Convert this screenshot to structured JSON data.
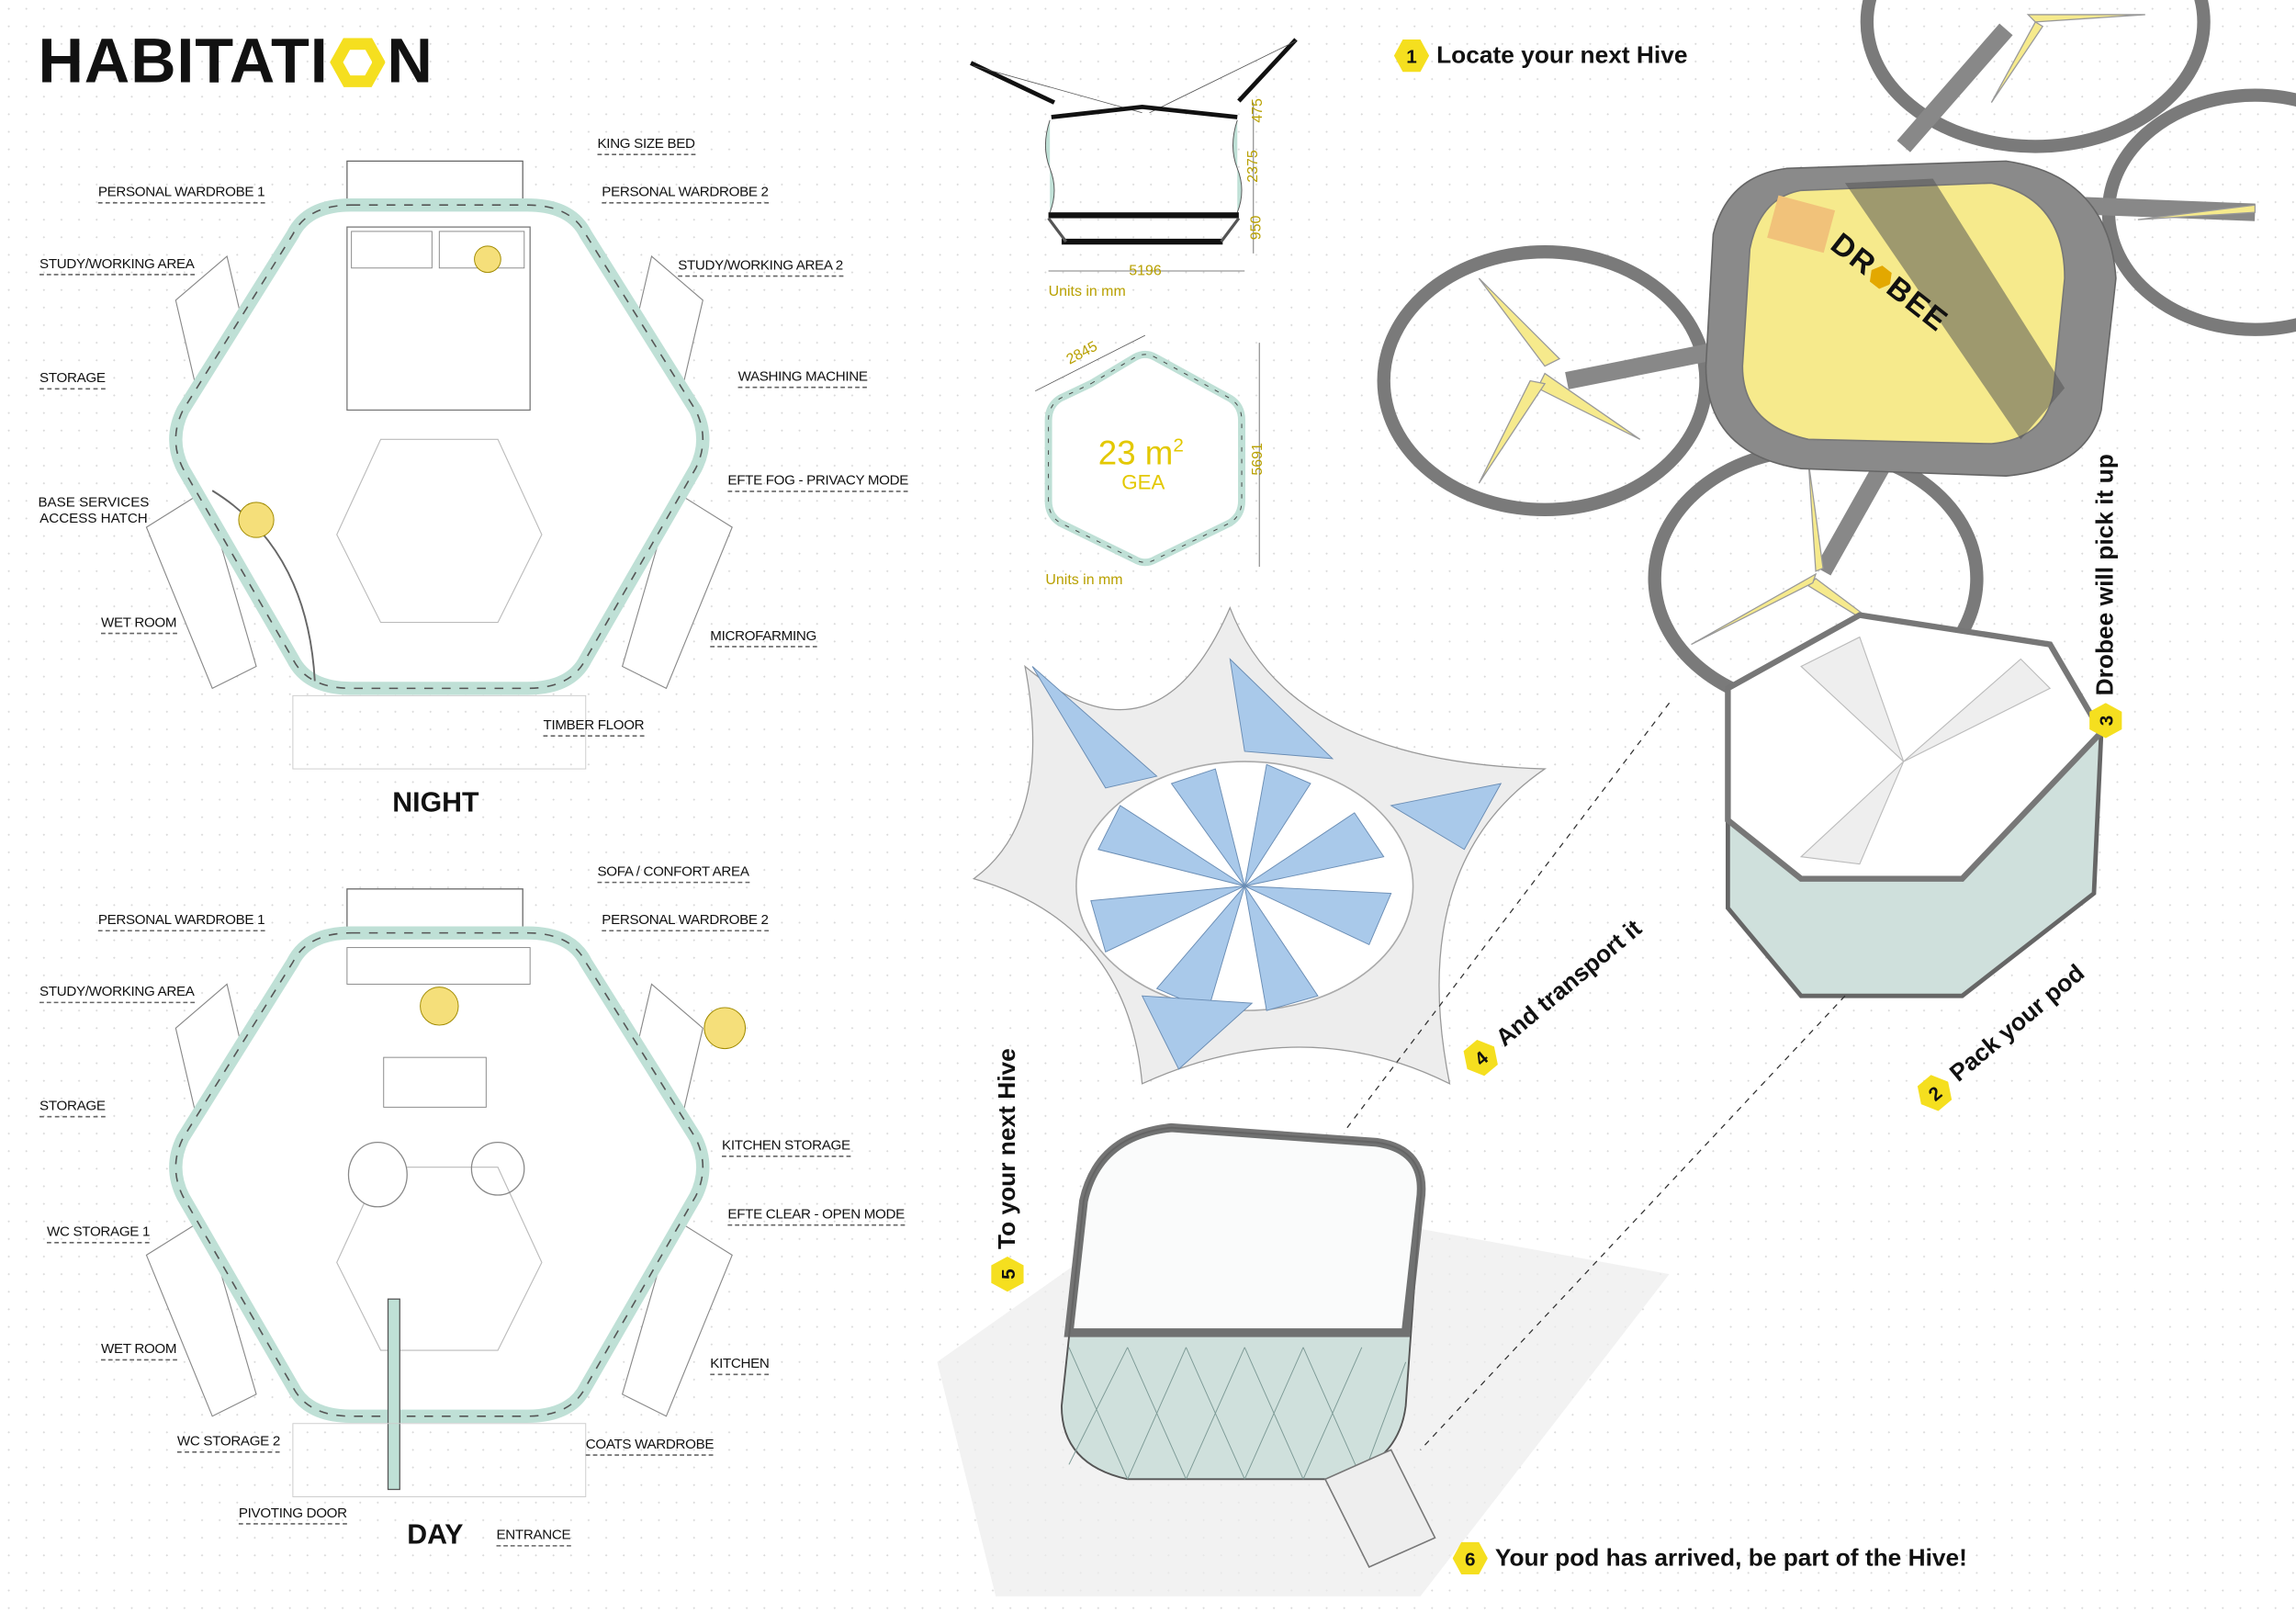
{
  "title": {
    "text_before": "HABITATI",
    "text_after": "N"
  },
  "night_plan": {
    "title": "NIGHT",
    "labels": [
      "PERSONAL WARDROBE 1",
      "KING SIZE BED",
      "PERSONAL WARDROBE 2",
      "STUDY/WORKING AREA",
      "STUDY/WORKING AREA 2",
      "STORAGE",
      "WASHING MACHINE",
      "EFTE FOG - PRIVACY MODE",
      "BASE SERVICES",
      "ACCESS HATCH",
      "WET ROOM",
      "MICROFARMING",
      "TIMBER FLOOR"
    ]
  },
  "day_plan": {
    "title": "DAY",
    "labels": [
      "SOFA / CONFORT AREA",
      "PERSONAL WARDROBE 1",
      "PERSONAL WARDROBE 2",
      "STUDY/WORKING AREA",
      "STORAGE",
      "KITCHEN STORAGE",
      "EFTE CLEAR - OPEN MODE",
      "WC STORAGE 1",
      "WET ROOM",
      "KITCHEN",
      "WC STORAGE 2",
      "COATS WARDROBE",
      "PIVOTING DOOR",
      "ENTRANCE"
    ]
  },
  "section": {
    "dims": [
      "475",
      "2375",
      "950",
      "5196"
    ],
    "units": "Units in mm"
  },
  "area_plan": {
    "side": "2845",
    "height": "5691",
    "area": "23 m",
    "area_sup": "2",
    "area_type": "GEA",
    "units": "Units in mm"
  },
  "drone": {
    "brand_before": "DR",
    "brand_after": "BEE"
  },
  "steps": [
    {
      "num": "1",
      "text": "Locate your next Hive"
    },
    {
      "num": "2",
      "text": "Pack your pod"
    },
    {
      "num": "3",
      "text": "Drobee will pick it up"
    },
    {
      "num": "4",
      "text": "And transport it"
    },
    {
      "num": "5",
      "text": "To  your next Hive"
    },
    {
      "num": "6",
      "text": "Your pod has arrived, be part of the Hive!"
    }
  ],
  "colors": {
    "accent": "#f5df1f",
    "glass": "#bfe0d6",
    "dim_text": "#b8a000",
    "drone_body": "#8a8a8a"
  }
}
